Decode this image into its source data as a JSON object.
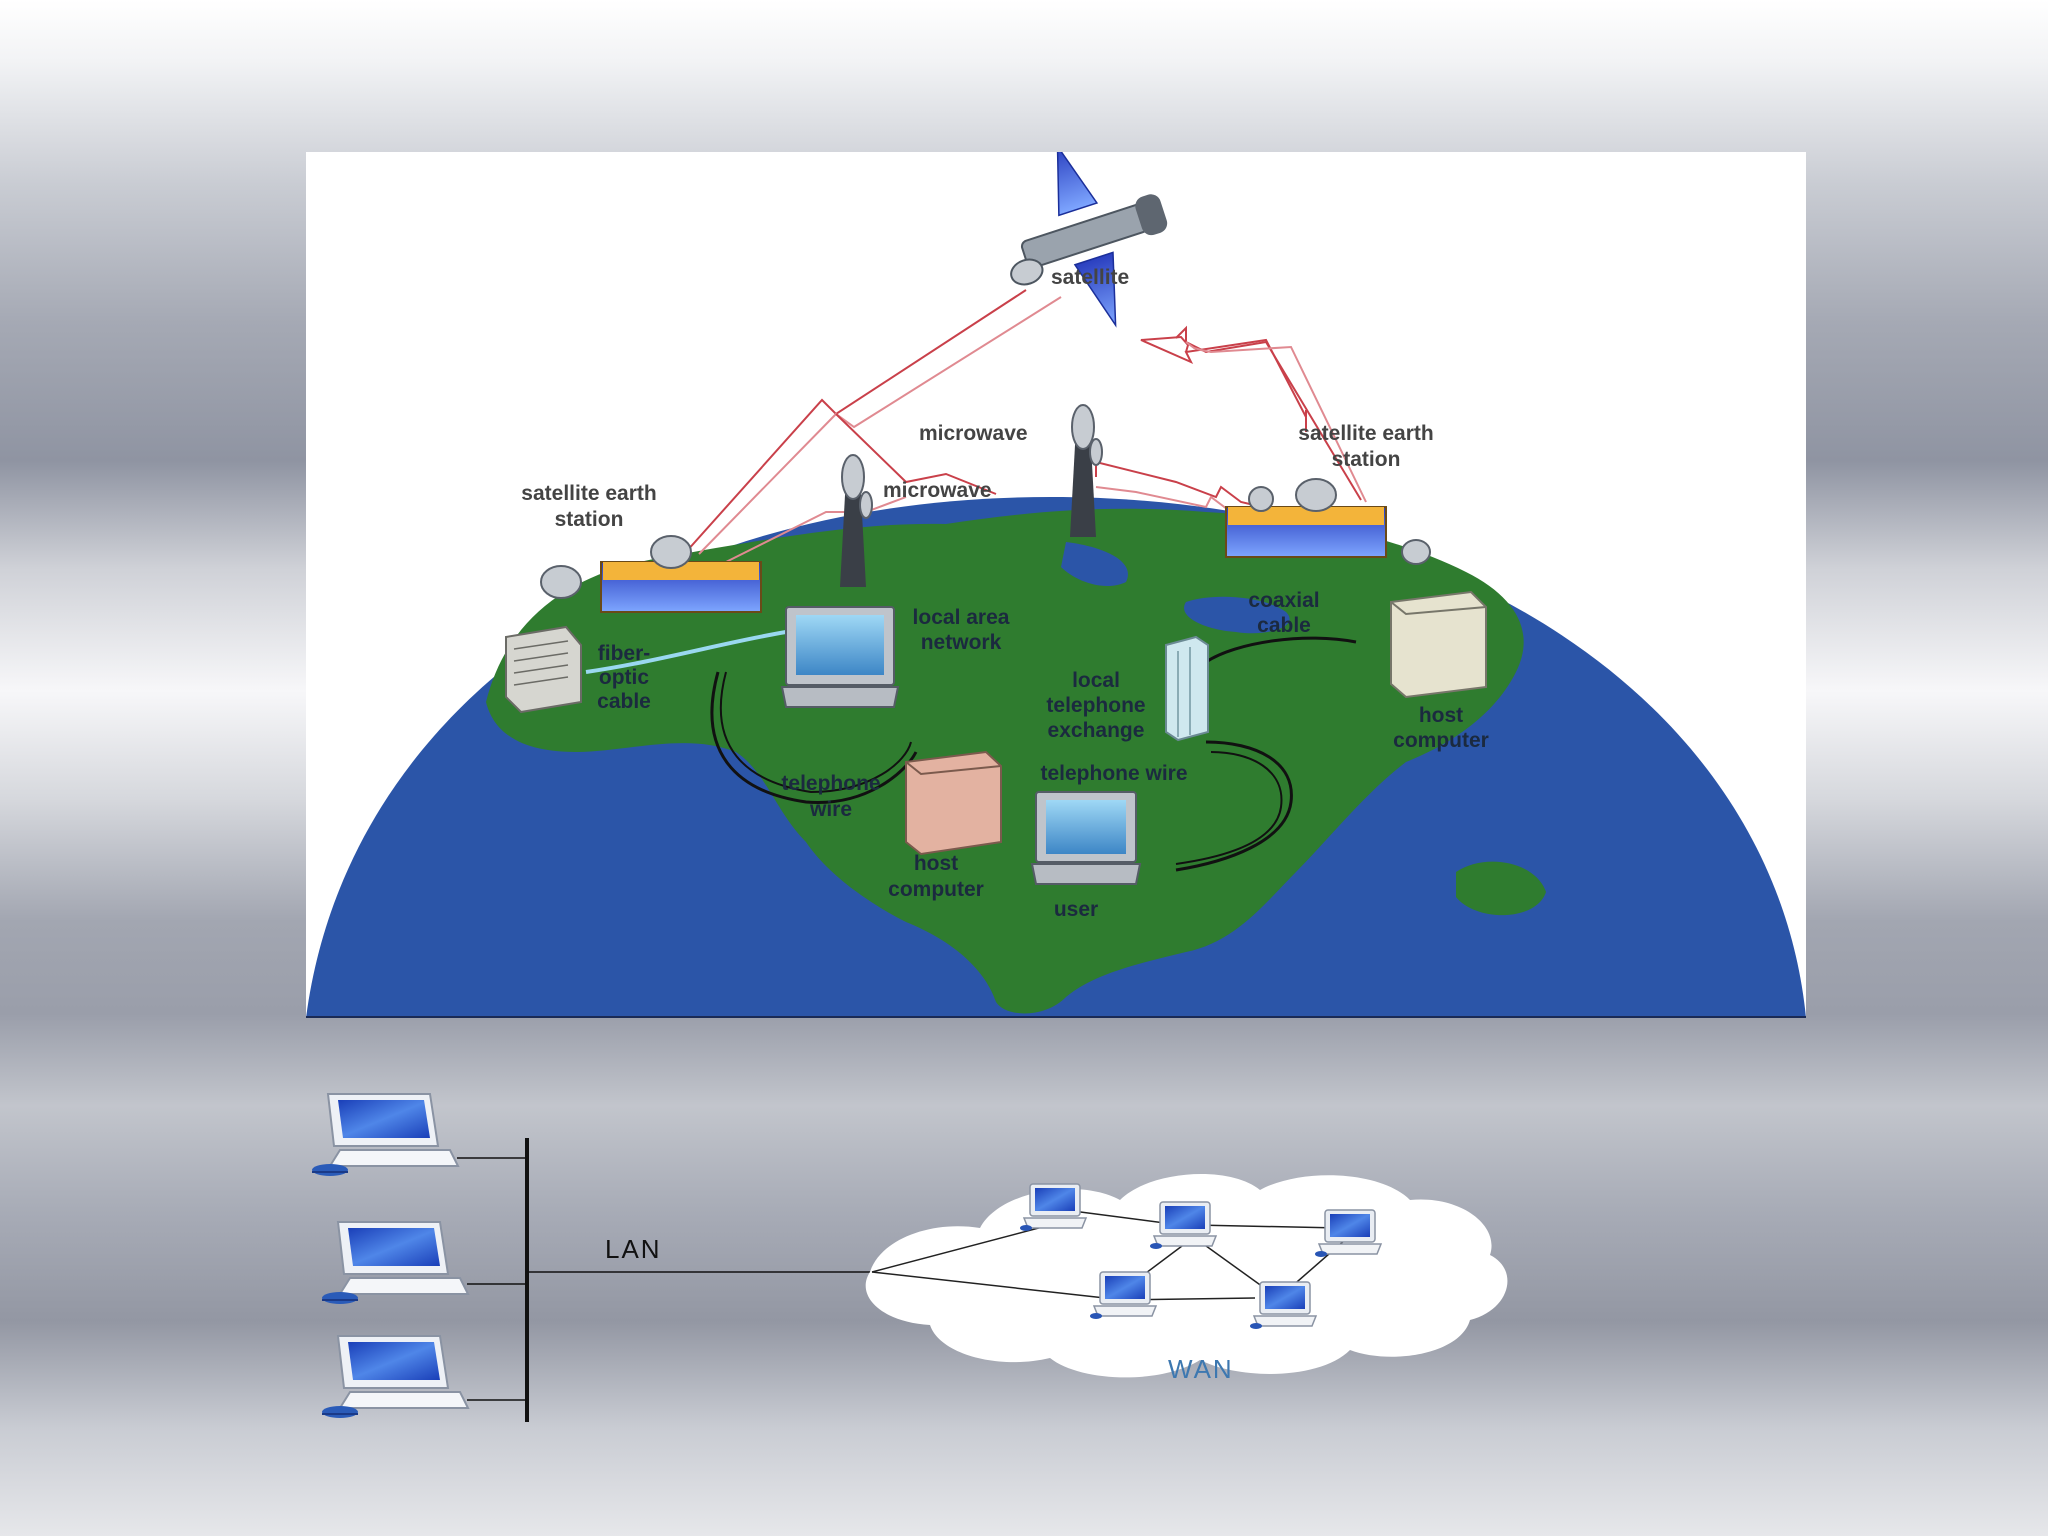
{
  "colors": {
    "ocean": "#2b55a8",
    "land": "#2f7c2f",
    "signal": "#c9404a",
    "wan_label": "#3d78b0"
  },
  "globe": {
    "labels": {
      "satellite": "satellite",
      "microwave_top": "microwave",
      "microwave_left": "microwave",
      "earth_station_left_1": "satellite earth",
      "earth_station_left_2": "station",
      "earth_station_right_1": "satellite earth",
      "earth_station_right_2": "station",
      "lan_1": "local area",
      "lan_2": "network",
      "coaxial_1": "coaxial",
      "coaxial_2": "cable",
      "fiber_1": "fiber-",
      "fiber_2": "optic",
      "fiber_3": "cable",
      "exchange_1": "local",
      "exchange_2": "telephone",
      "exchange_3": "exchange",
      "host_right_1": "host",
      "host_right_2": "computer",
      "telwire_left_1": "telephone",
      "telwire_left_2": "wire",
      "telwire_right": "telephone wire",
      "host_center_1": "host",
      "host_center_2": "computer",
      "user": "user"
    }
  },
  "network": {
    "lan_label": "LAN",
    "wan_label": "WAN"
  }
}
